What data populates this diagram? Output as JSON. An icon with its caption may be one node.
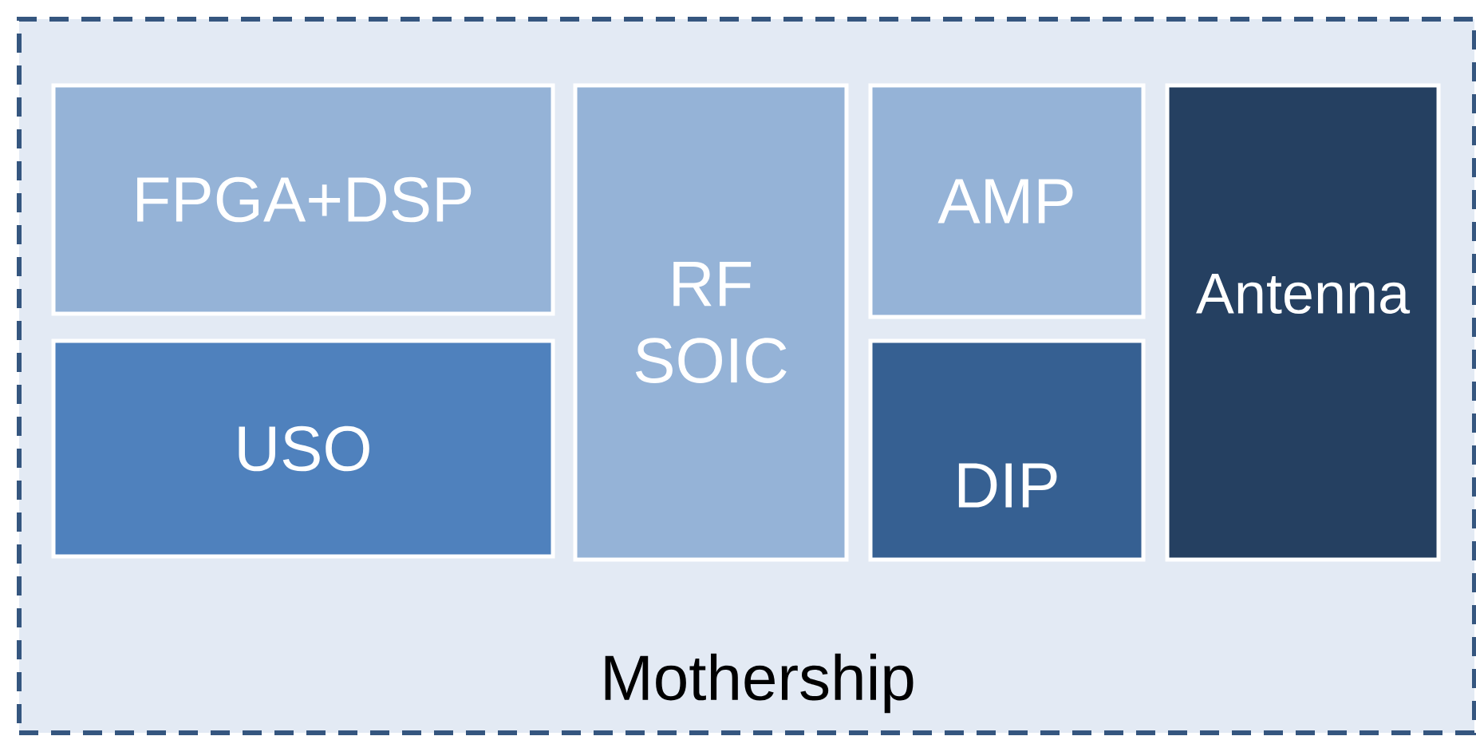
{
  "diagram": {
    "nodes": [
      {
        "text": [
          "Mothership"
        ]
      },
      {
        "text": [
          "FPGA+DSP"
        ],
        "in": 0
      },
      {
        "text": [
          "USO"
        ],
        "in": 0
      },
      {
        "text": [
          "RF SOIC"
        ],
        "in": 0
      },
      {
        "text": [
          "AMP"
        ],
        "in": 0
      },
      {
        "text": [
          "DIP"
        ],
        "in": 0
      },
      {
        "text": [
          "Antenna"
        ],
        "in": 0
      }
    ]
  }
}
